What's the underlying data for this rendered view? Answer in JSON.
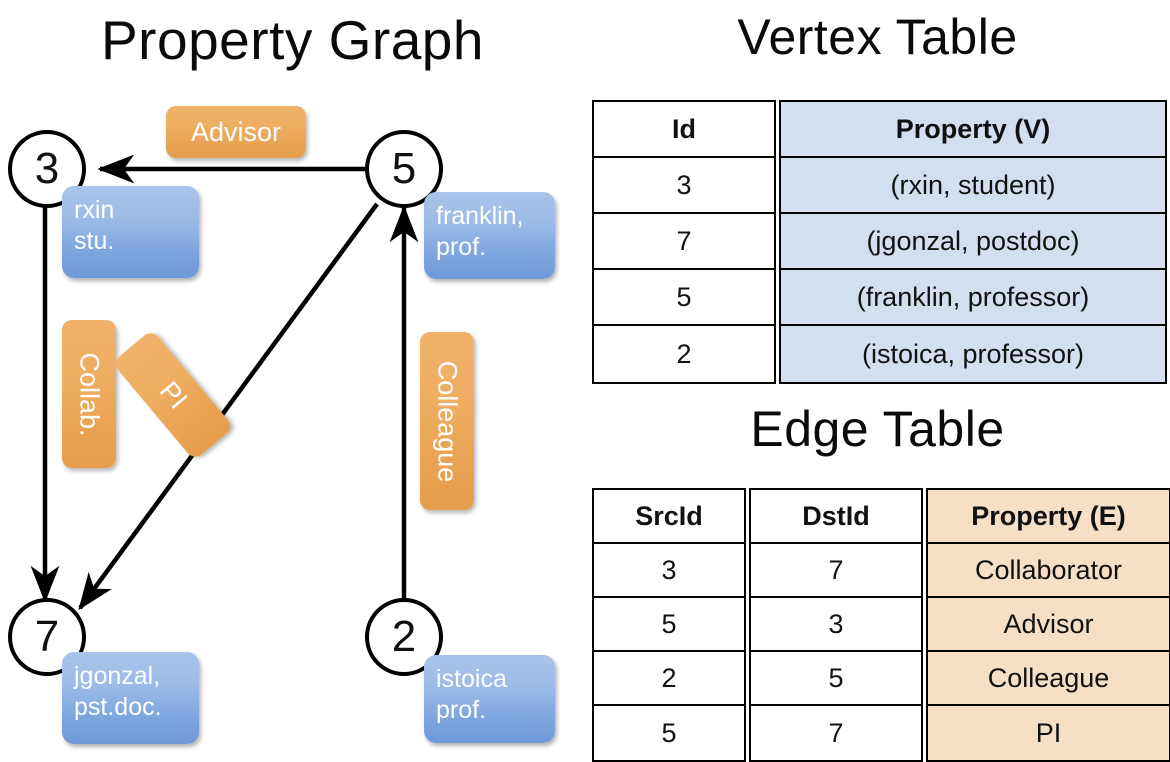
{
  "titles": {
    "property_graph": "Property Graph",
    "vertex_table": "Vertex Table",
    "edge_table": "Edge Table"
  },
  "colors": {
    "vertex_property_fill": "#d3dff1",
    "edge_property_fill": "#f7dfc6",
    "vertex_box_fill": "#7ba3dd",
    "edge_label_fill": "#e9a253",
    "node_stroke": "#000000",
    "background": "#ffffff"
  },
  "graph": {
    "nodes": [
      {
        "id": "3",
        "property_lines": [
          "rxin",
          "stu."
        ]
      },
      {
        "id": "5",
        "property_lines": [
          "franklin,",
          "prof."
        ]
      },
      {
        "id": "7",
        "property_lines": [
          "jgonzal,",
          "pst.doc."
        ]
      },
      {
        "id": "2",
        "property_lines": [
          "istoica",
          "prof."
        ]
      }
    ],
    "edge_labels": [
      {
        "name": "advisor",
        "text": "Advisor"
      },
      {
        "name": "collab",
        "text": "Collab."
      },
      {
        "name": "pi",
        "text": "PI"
      },
      {
        "name": "colleague",
        "text": "Colleague"
      }
    ],
    "edges": [
      {
        "src": "5",
        "dst": "3",
        "label": "Advisor"
      },
      {
        "src": "3",
        "dst": "7",
        "label": "Collab."
      },
      {
        "src": "5",
        "dst": "7",
        "label": "PI"
      },
      {
        "src": "2",
        "dst": "5",
        "label": "Colleague"
      }
    ]
  },
  "vertex_table": {
    "headers": [
      "Id",
      "Property (V)"
    ],
    "rows": [
      {
        "id": "3",
        "property": "(rxin, student)"
      },
      {
        "id": "7",
        "property": "(jgonzal, postdoc)"
      },
      {
        "id": "5",
        "property": "(franklin, professor)"
      },
      {
        "id": "2",
        "property": "(istoica, professor)"
      }
    ]
  },
  "edge_table": {
    "headers": [
      "SrcId",
      "DstId",
      "Property (E)"
    ],
    "rows": [
      {
        "src": "3",
        "dst": "7",
        "property": "Collaborator"
      },
      {
        "src": "5",
        "dst": "3",
        "property": "Advisor"
      },
      {
        "src": "2",
        "dst": "5",
        "property": "Colleague"
      },
      {
        "src": "5",
        "dst": "7",
        "property": "PI"
      }
    ]
  }
}
